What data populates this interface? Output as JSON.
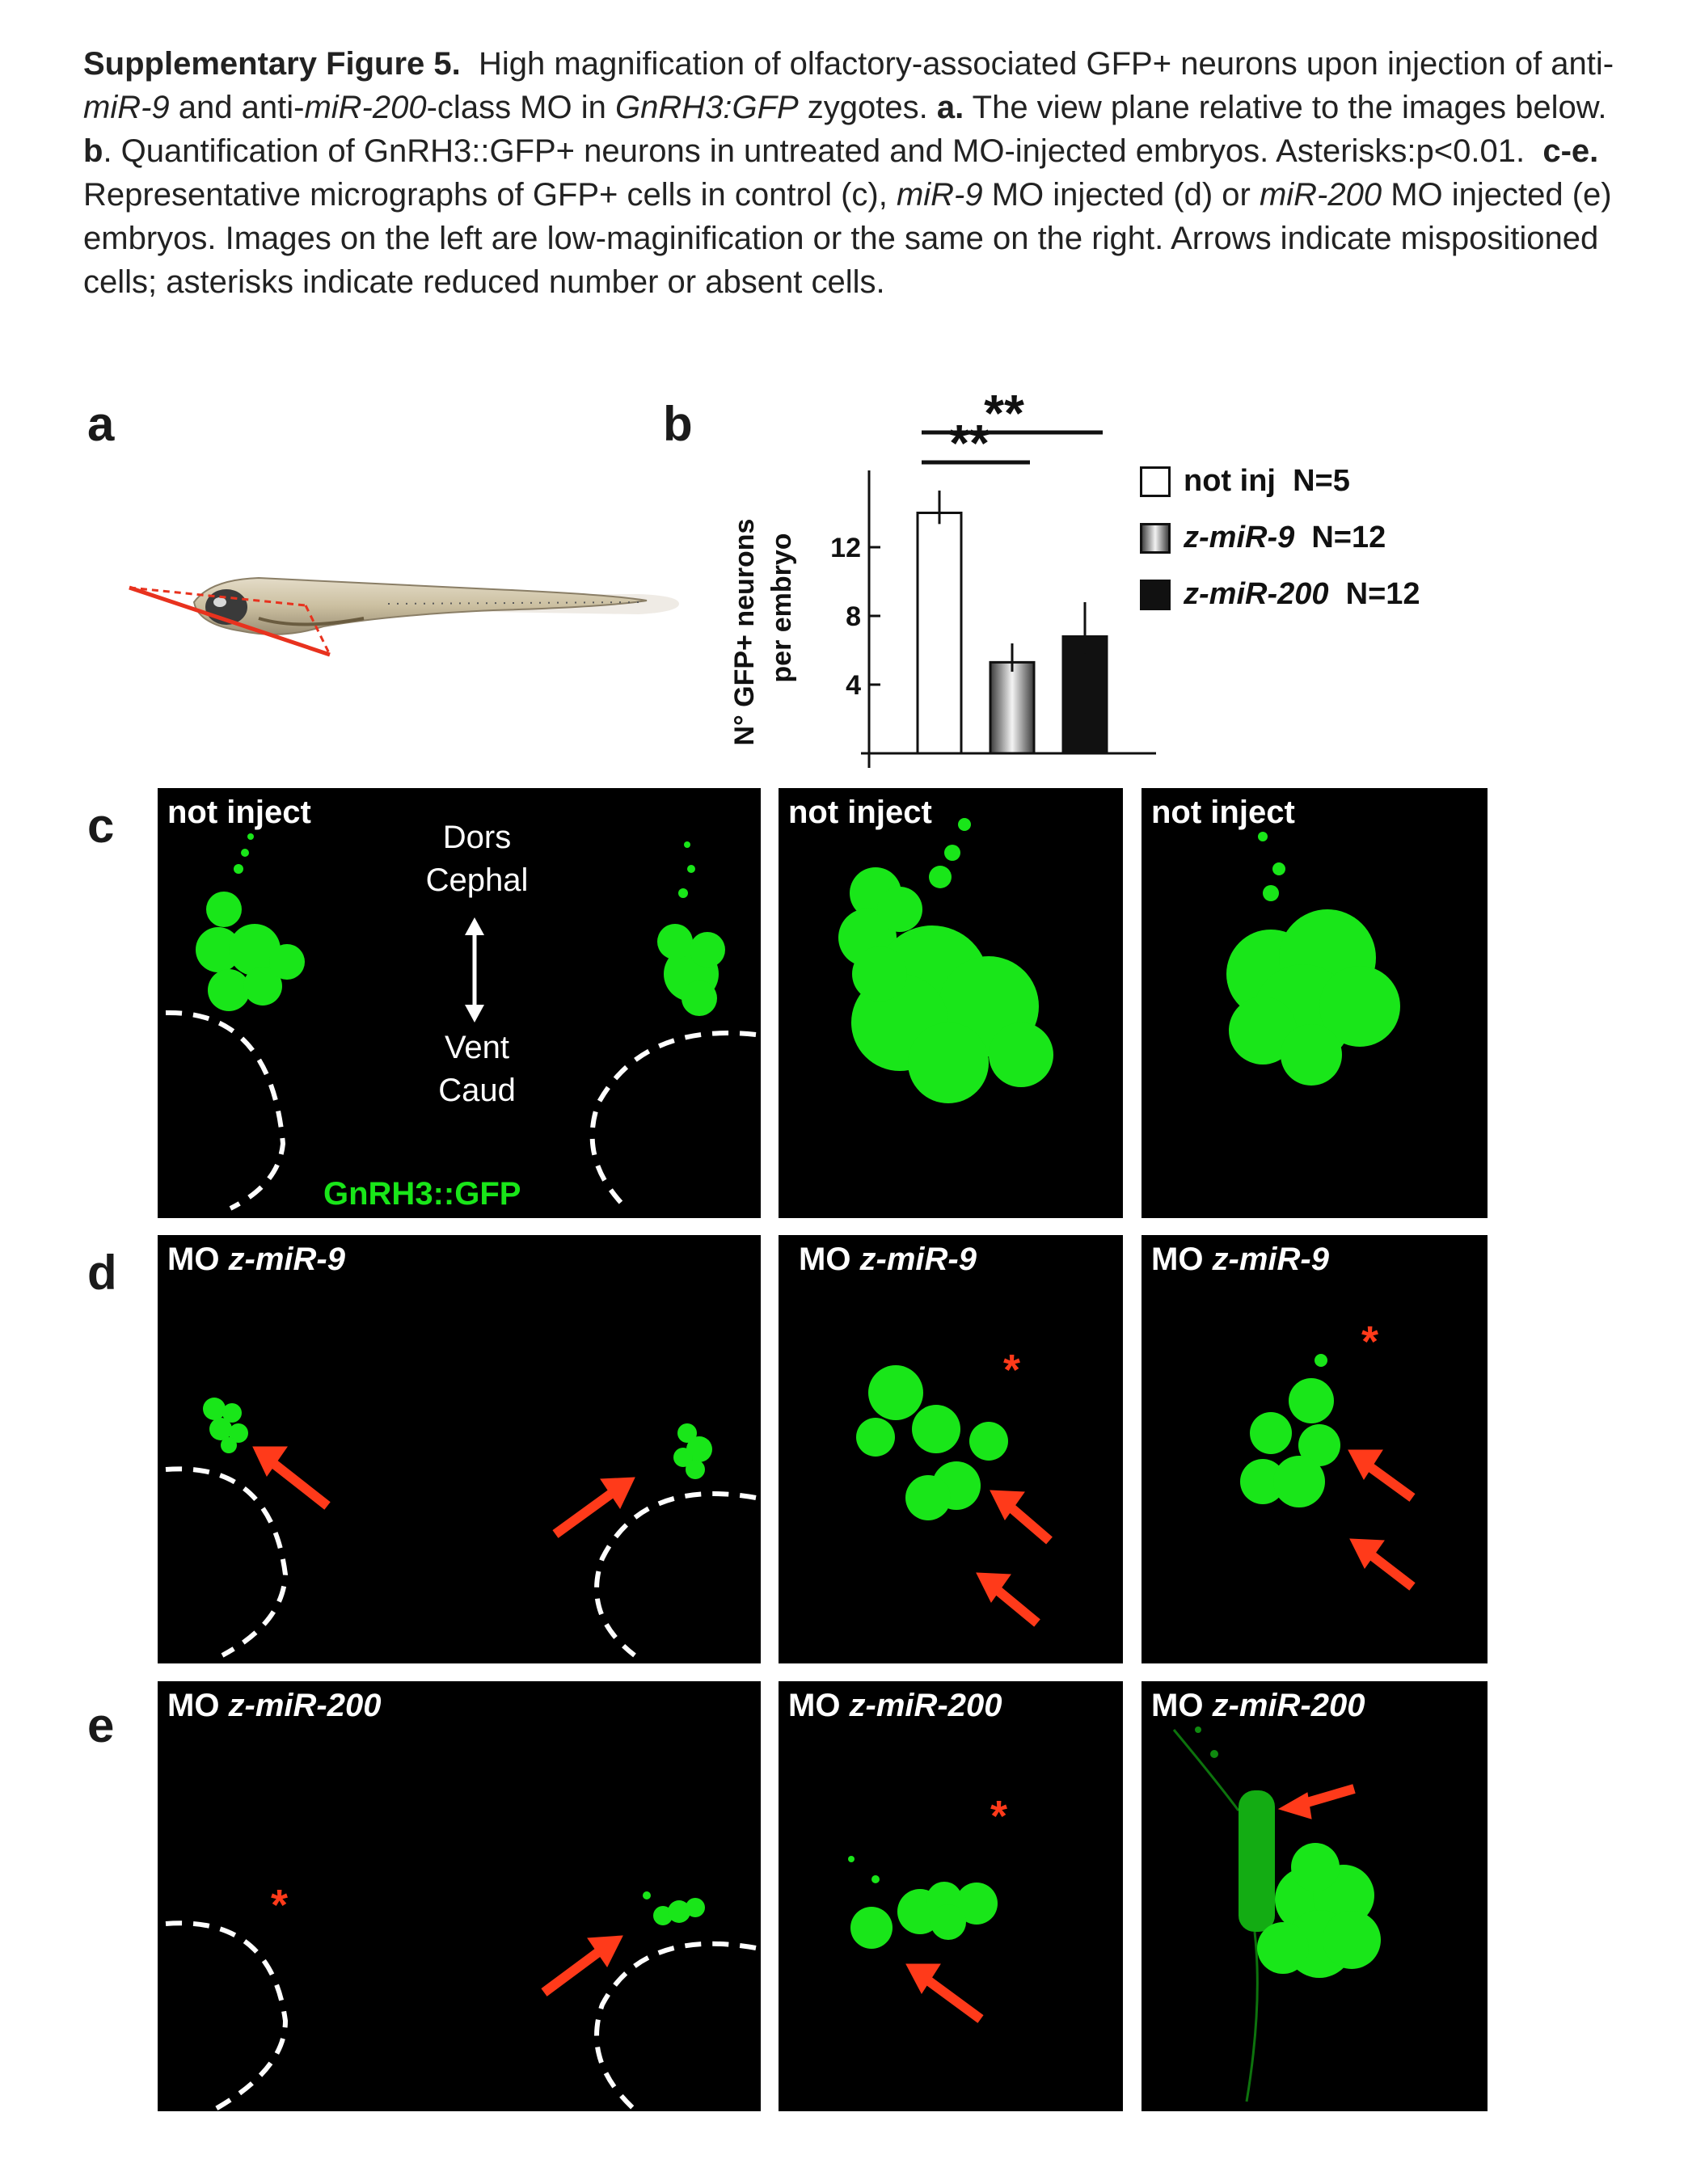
{
  "caption": {
    "title": "Supplementary Figure 5.",
    "s1": "High magnification of olfactory-associated GFP+ neurons upon injection of anti-",
    "s1_mir9": "miR-9",
    "s1_and": " and anti-",
    "s1_mir200": "miR-200",
    "s1_rest": "-class MO in ",
    "s1_gene": "GnRH3:GFP",
    "s1_end": " zygotes.",
    "a_label": "a.",
    "a_text": " The view plane relative to the images below.",
    "b_label": "b",
    "b_text": ". Quantification of GnRH3::GFP+ neurons in untreated and MO-injected embryos. Asterisks:p<0.01.",
    "ce_label": "c-e.",
    "ce_text1": " Representative micrographs of GFP+ cells in control (c), ",
    "ce_mir9": "miR-9",
    "ce_text2": " MO injected (d) or ",
    "ce_mir200": "miR-200",
    "ce_text3": " MO injected (e) embryos. Images on the left are low-maginification or the same on the right. Arrows indicate mispositioned cells; asterisks indicate reduced number or absent cells."
  },
  "panel_letters": {
    "a": "a",
    "b": "b",
    "c": "c",
    "d": "d",
    "e": "e"
  },
  "chart_data": {
    "type": "bar",
    "categories": [
      "not inj",
      "z-miR-9",
      "z-miR-200"
    ],
    "values": [
      14.0,
      5.3,
      6.8
    ],
    "errors": [
      1.3,
      1.1,
      2.0
    ],
    "ylabel_line1": "N° GFP+ neurons",
    "ylabel_line2": "per embryo",
    "yticks": [
      4,
      8,
      12
    ],
    "ylim": [
      0,
      16
    ],
    "significance": [
      {
        "from": 0,
        "to": 1,
        "label": "**"
      },
      {
        "from": 0,
        "to": 2,
        "label": "**"
      }
    ],
    "legend": [
      {
        "name": "not inj",
        "n": "N=5",
        "fill": "white"
      },
      {
        "name": "z-miR-9",
        "n": "N=12",
        "fill": "gradient"
      },
      {
        "name": "z-miR-200",
        "n": "N=12",
        "fill": "black"
      }
    ]
  },
  "micrographs": {
    "c": {
      "prefix": "",
      "label": "not inject",
      "mid": "not inject",
      "right": "not inject"
    },
    "d": {
      "prefix": "MO ",
      "label": "z-miR-9"
    },
    "e": {
      "prefix": "MO ",
      "label": "z-miR-200"
    },
    "orientation": {
      "top1": "Dors",
      "top2": "Cephal",
      "bot1": "Vent",
      "bot2": "Caud"
    },
    "reporter": "GnRH3::GFP"
  },
  "colors": {
    "gfp": "#19e619",
    "arrow": "#ff3a1a",
    "background": "#000000"
  }
}
